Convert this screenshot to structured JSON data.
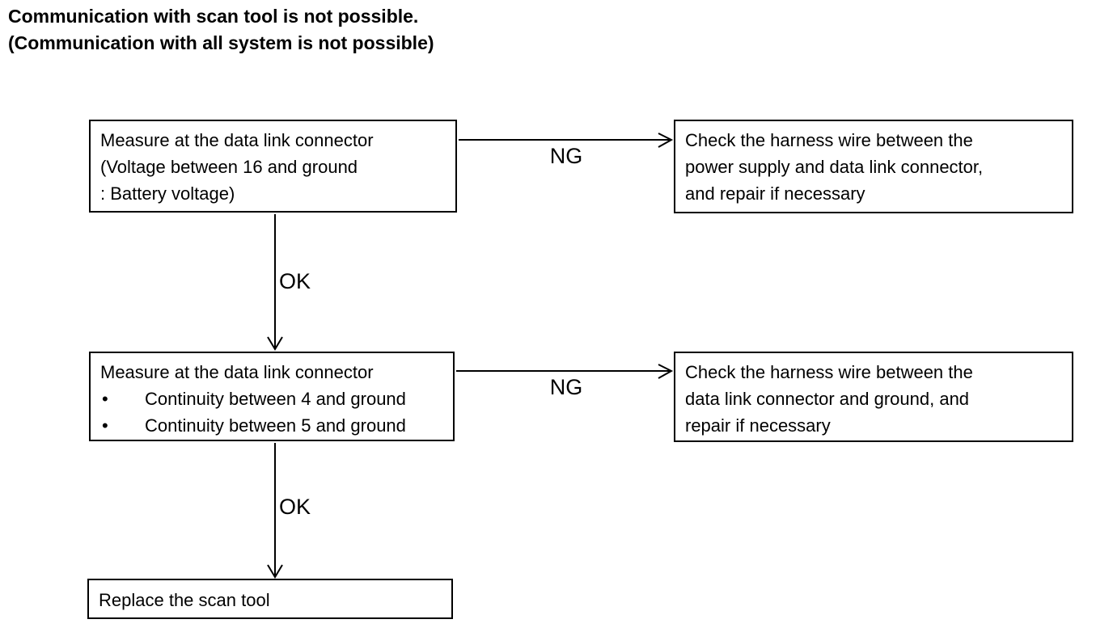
{
  "page": {
    "background_color": "#ffffff",
    "ink_color": "#000000"
  },
  "title": {
    "line1": "Communication with scan tool is not possible.",
    "line2": "(Communication with all system is not possible)"
  },
  "flowchart": {
    "bullet_glyph": "•",
    "step1": {
      "lines": [
        "Measure at the data link connector",
        "(Voltage between 16 and ground",
        ": Battery voltage)"
      ]
    },
    "result1": {
      "lines": [
        "Check the harness wire between the",
        "power supply and data link connector,",
        "and repair if necessary"
      ]
    },
    "step2": {
      "lines": [
        "Measure at the data link connector"
      ],
      "bullets": [
        "Continuity between 4 and ground",
        "Continuity between 5 and ground"
      ]
    },
    "result2": {
      "lines": [
        "Check the harness wire between the",
        "data link connector and ground, and",
        "repair if necessary"
      ]
    },
    "step3": {
      "lines": [
        "Replace the scan tool"
      ]
    },
    "labels": {
      "ng1": "NG",
      "ok1": "OK",
      "ng2": "NG",
      "ok2": "OK"
    }
  }
}
